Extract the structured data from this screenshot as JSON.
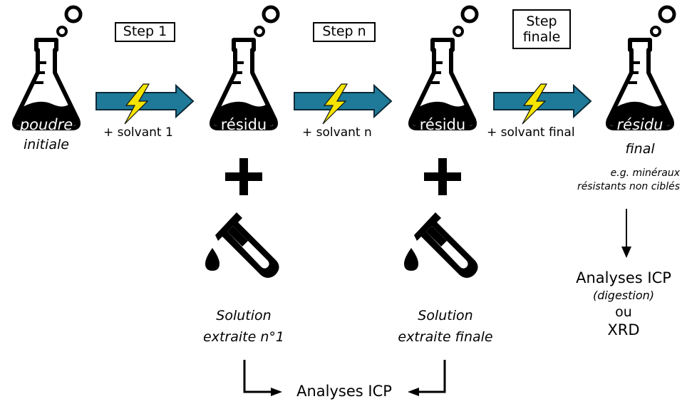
{
  "steps": {
    "step1": "Step 1",
    "stepn": "Step n",
    "stepfinale_line1": "Step",
    "stepfinale_line2": "finale"
  },
  "flasks": {
    "initial_label": "poudre",
    "initial_caption": "initiale",
    "residu1_label": "résidu",
    "residu2_label": "résidu",
    "final_label": "résidu",
    "final_caption": "final"
  },
  "solvents": {
    "s1": "+ solvant 1",
    "sn": "+ solvant n",
    "sfinal": "+ solvant final"
  },
  "final_note": {
    "line1": "e.g. minéraux",
    "line2": "résistants non ciblés"
  },
  "solutions": {
    "sol1_line1": "Solution",
    "sol1_line2": "extraite n°1",
    "sol2_line1": "Solution",
    "sol2_line2": "extraite finale"
  },
  "analyses": {
    "bottom": "Analyses ICP",
    "right_line1": "Analyses ICP",
    "right_line2": "(digestion)",
    "right_line3": "ou",
    "right_line4": "XRD"
  },
  "colors": {
    "arrow_fill": "#1f7a9a",
    "lightning": "#f5e400",
    "ink": "#000000"
  }
}
